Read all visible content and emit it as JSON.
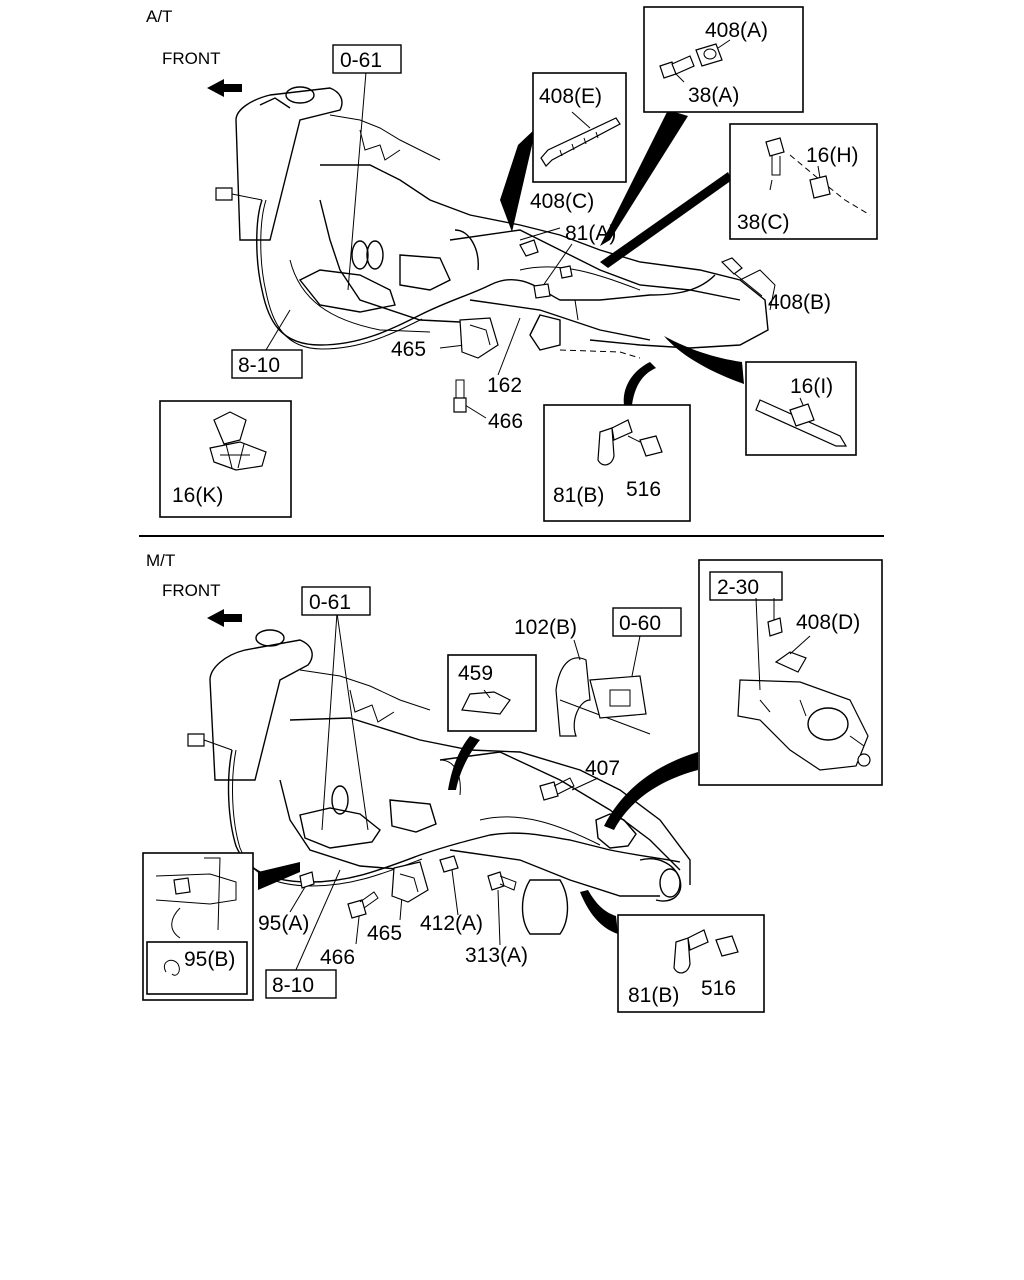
{
  "sections": {
    "at": {
      "title": "A/T",
      "front": "FRONT"
    },
    "mt": {
      "title": "M/T",
      "front": "FRONT"
    }
  },
  "at_refs": [
    "0-61",
    "8-10"
  ],
  "mt_refs": [
    "0-61",
    "0-60",
    "2-30",
    "8-10"
  ],
  "at_labels": [
    "408(E)",
    "408(A)",
    "38(A)",
    "16(H)",
    "38(C)",
    "408(C)",
    "81(A)",
    "408(B)",
    "465",
    "162",
    "466",
    "16(I)",
    "81(B)",
    "516",
    "16(K)"
  ],
  "mt_labels": [
    "102(B)",
    "459",
    "408(D)",
    "407",
    "95(A)",
    "466",
    "465",
    "412(A)",
    "313(A)",
    "95(B)",
    "81(B)",
    "516"
  ]
}
